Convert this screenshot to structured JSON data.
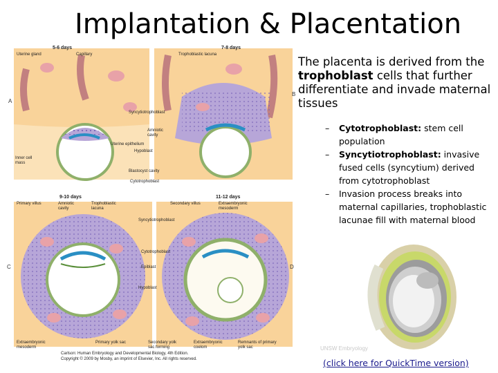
{
  "slide": {
    "title": "Implantation & Placentation"
  },
  "figure": {
    "panels": {
      "a": {
        "days": "5-6 days",
        "letter": "A"
      },
      "b": {
        "days": "7-8 days",
        "letter": "B"
      },
      "c": {
        "days": "9-10 days",
        "letter": "C"
      },
      "d": {
        "days": "11-12 days",
        "letter": "D"
      }
    },
    "labels": {
      "uterine_gland": "Uterine gland",
      "capillary": "Capillary",
      "trophoblastic_lacuna": "Trophoblastic lacuna",
      "syncytiotrophoblast": "Syncytiotrophoblast",
      "amniotic_cavity": "Amniotic cavity",
      "uterine_epithelium": "Uterine epithelium",
      "hypoblast": "Hypoblast",
      "inner_cell_mass": "Inner cell mass",
      "blastocyst_cavity": "Blastocyst cavity",
      "cytotrophoblast": "Cytotrophoblast",
      "primary_villus": "Primary villus",
      "amniotic_cavity_c": "Amniotic cavity",
      "trophoblastic_lacuna_c": "Trophoblastic lacuna",
      "secondary_villus": "Secondary villus",
      "extraembryonic_mesoderm_d": "Extraembryonic mesoderm",
      "syncytiotrophoblast_c": "Syncytiotrophoblast",
      "cytotrophoblast_c": "Cytotrophoblast",
      "epiblast": "Epiblast",
      "hypoblast_c": "Hypoblast",
      "extraembryonic_mesoderm": "Extraembryonic mesoderm",
      "primary_yolk_sac": "Primary yolk sac",
      "secondary_yolk_sac": "Secondary yolk sac forming",
      "extraembryonic_coelom": "Extraembryonic coelom",
      "remnants_primary_yolk_sac": "Remnants of primary yolk sac"
    },
    "caption_line1": "Carlson: Human Embryology and Developmental Biology, 4th Edition.",
    "caption_line2": "Copyright © 2009 by Mosby, an imprint of Elsevier, Inc. All rights reserved."
  },
  "content": {
    "intro_before": "The placenta is derived from the ",
    "intro_bold": "trophoblast",
    "intro_after": " cells that further differentiate and invade maternal tissues",
    "bullets": [
      {
        "term": "Cytotrophoblast:",
        "text": " stem cell population"
      },
      {
        "term": "Syncytiotrophoblast:",
        "text": " invasive fused cells (syncytium) derived from cytotrophoblast"
      },
      {
        "term": "",
        "text": "Invasion process breaks into maternal capillaries, trophoblastic lacunae fill with maternal blood"
      }
    ]
  },
  "inset": {
    "watermark": "UNSW Embryology"
  },
  "link": {
    "text": "(click here for QuickTime version)"
  },
  "colors": {
    "endometrium": "#f9d39a",
    "syncytio": "#b7a6d8",
    "cyto_ring": "#8fb06a",
    "epiblast": "#2a8fc4",
    "blood": "#e8a2a8",
    "link": "#1a1a8c"
  }
}
